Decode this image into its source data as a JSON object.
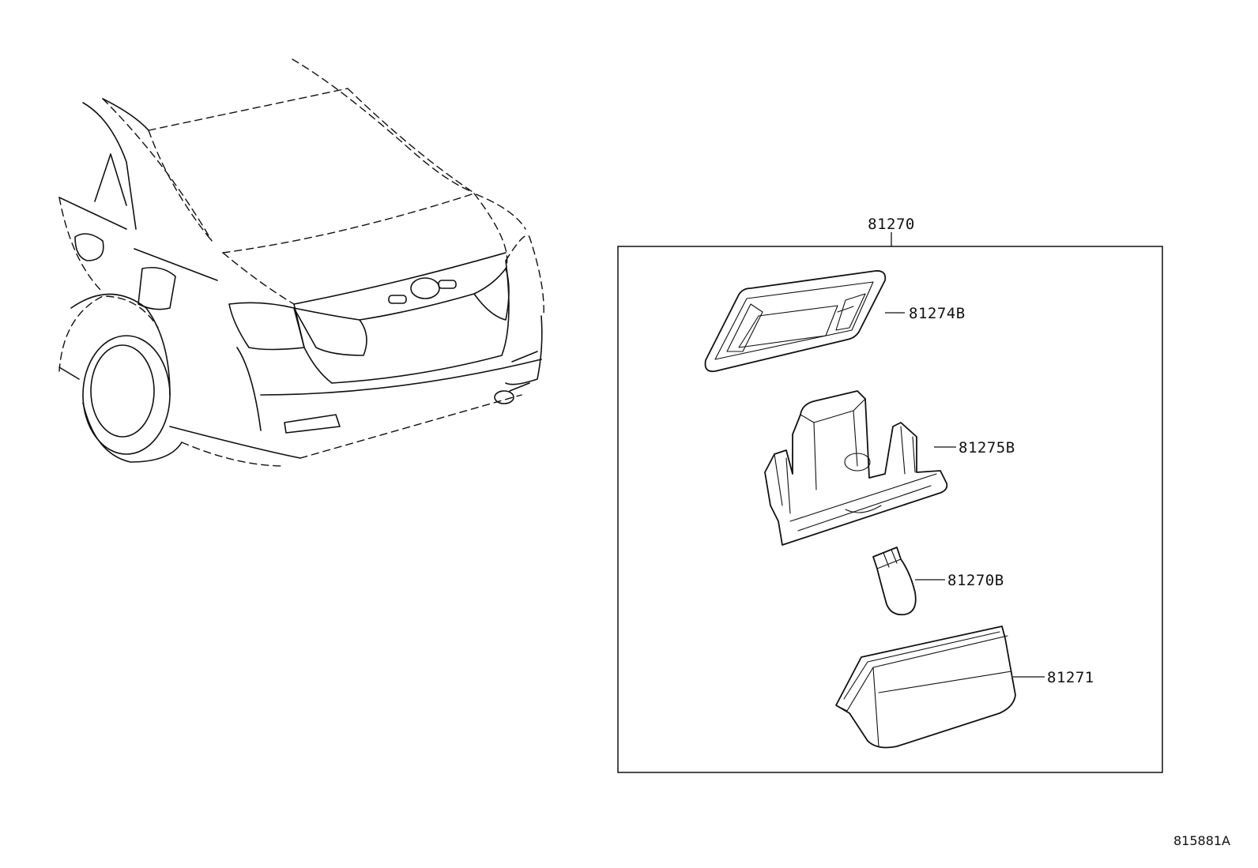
{
  "diagram": {
    "assembly": {
      "part_number": "81270"
    },
    "parts": [
      {
        "part_number": "81274B",
        "description": "gasket"
      },
      {
        "part_number": "81275B",
        "description": "lamp housing"
      },
      {
        "part_number": "81270B",
        "description": "bulb"
      },
      {
        "part_number": "81271",
        "description": "lens"
      }
    ],
    "reference_number": "815881A"
  }
}
